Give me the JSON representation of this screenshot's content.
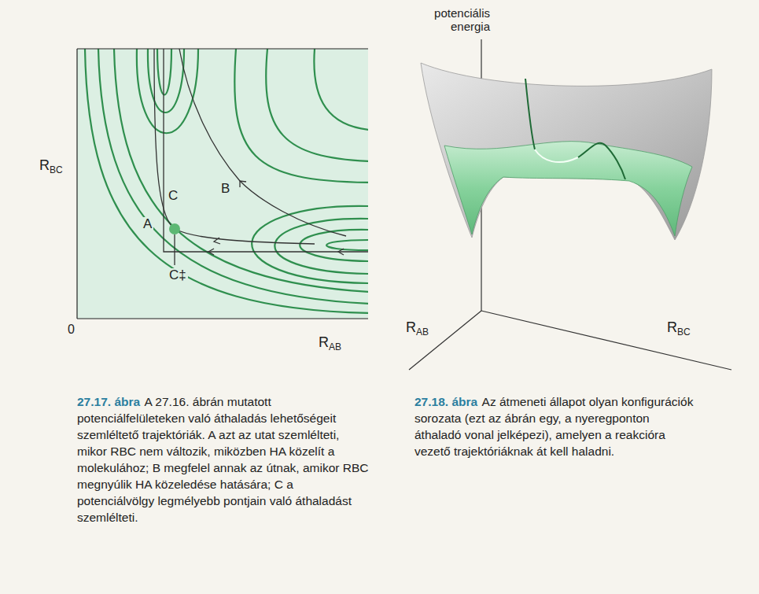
{
  "diagram": {
    "labels": [
      "potenciális energia",
      "RBC",
      "0",
      "RAB",
      "A",
      "B",
      "C",
      "C‡",
      "RAB",
      "RBC",
      "27.17. ábra",
      "A 27.16. ábrán mutatott potenciálfelületeken való áthaladás lehetőségeit szemléltető trajektóriák. A azt az utat szemlélteti, mikor RBC nem változik, miközben HA közelít a molekulához; B megfelel annak az útnak, amikor RBC megnyúlik HA közeledése hatására; C a potenciálvölgy legmélyebb pontjain való áthaladást szemlélteti.",
      "27.18. ábra",
      "Az átmeneti állapot olyan konfigurációk sorozata (ezt az ábrán egy, a nyeregponton áthaladó vonal jelképezi), amelyen a reakcióra vezető trajektóriáknak át kell haladni."
    ]
  }
}
